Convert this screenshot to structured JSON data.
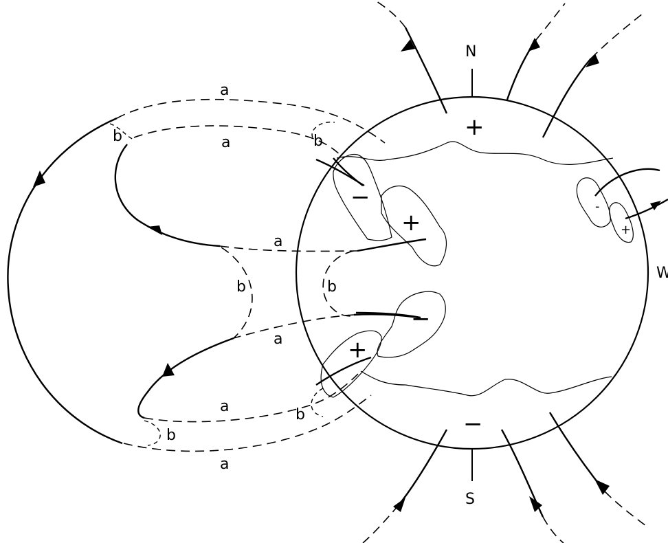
{
  "labels": {
    "north": "N",
    "south": "S",
    "west": "W",
    "a": "a",
    "b": "b",
    "plus": "+",
    "minus": "−",
    "minus_short": "-"
  }
}
